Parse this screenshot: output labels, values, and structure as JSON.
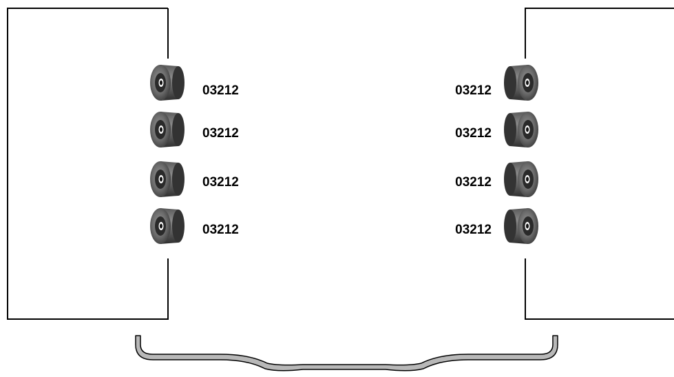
{
  "left_column": {
    "parts": [
      {
        "label": "03212"
      },
      {
        "label": "03212"
      },
      {
        "label": "03212"
      },
      {
        "label": "03212"
      }
    ]
  },
  "right_column": {
    "parts": [
      {
        "label": "03212"
      },
      {
        "label": "03212"
      },
      {
        "label": "03212"
      },
      {
        "label": "03212"
      }
    ]
  },
  "icons": {
    "part": "rubber-grommet-icon",
    "connector": "curly-brace-connector"
  },
  "colors": {
    "outline": "#000000",
    "grommet_dark": "#3a3a3a",
    "grommet_mid": "#6e6e6e",
    "brace_fill": "#b8b8b8"
  }
}
